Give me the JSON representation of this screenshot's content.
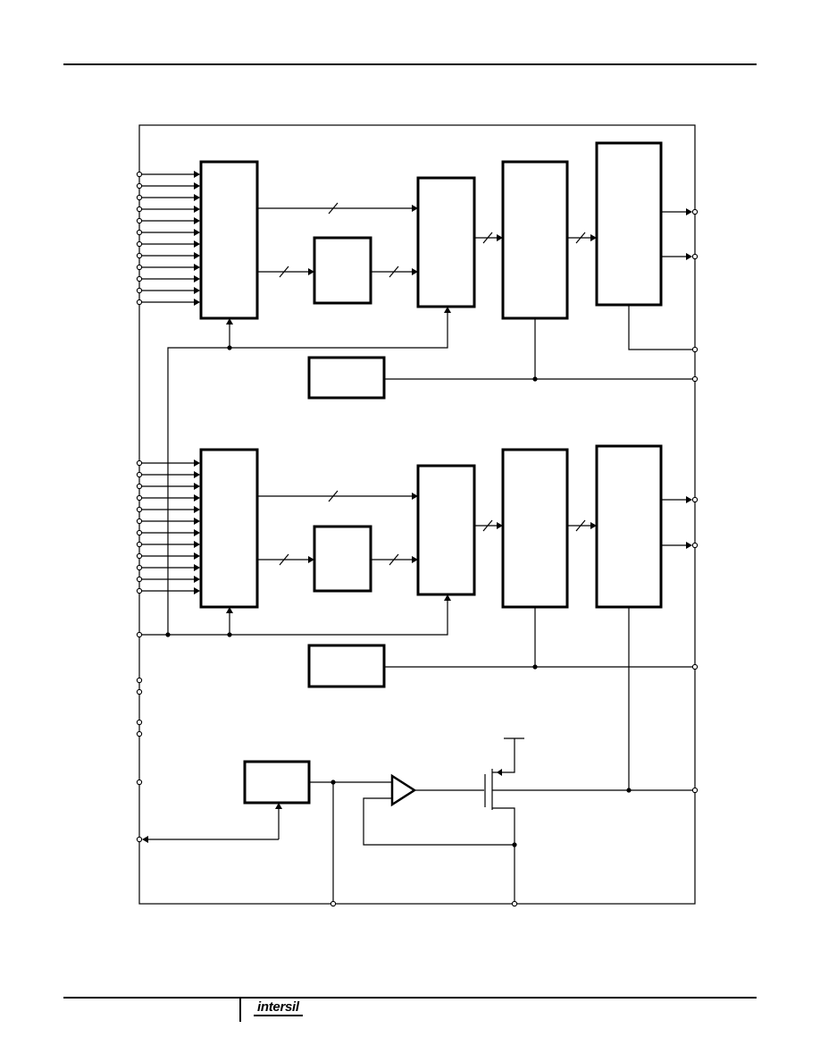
{
  "footer": {
    "logo_text": "intersil"
  },
  "diagram": {
    "description_type": "functional-block-diagram",
    "channels": 2,
    "inputs_per_channel": 12
  }
}
